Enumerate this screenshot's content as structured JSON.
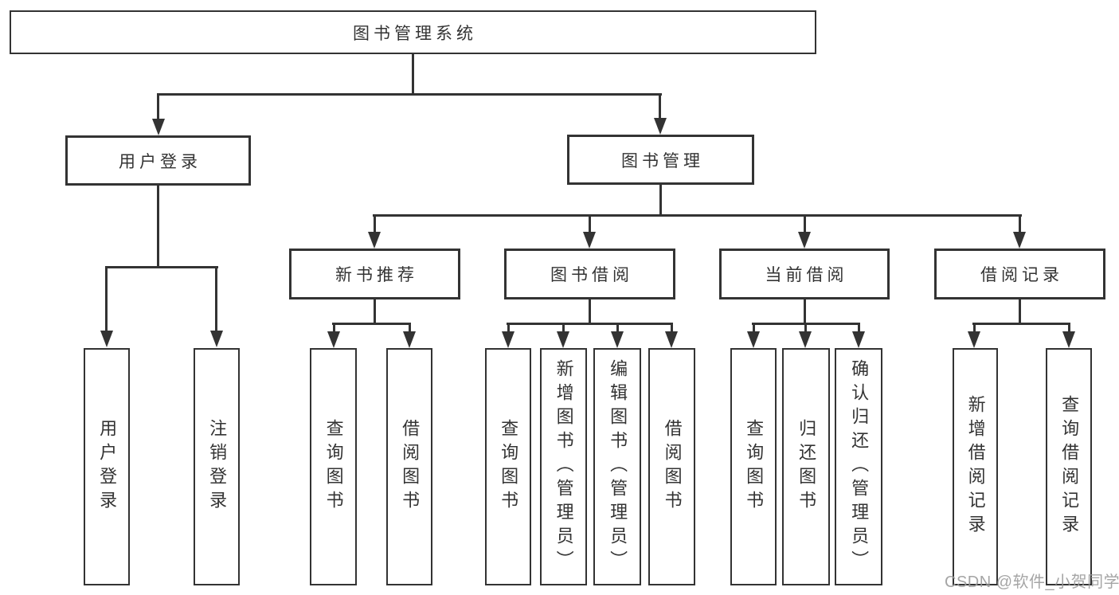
{
  "diagram_title": "图书管理系统",
  "tree": {
    "label": "图书管理系统",
    "children": [
      {
        "label": "用户登录",
        "children": [
          {
            "label": "用户登录"
          },
          {
            "label": "注销登录"
          }
        ]
      },
      {
        "label": "图书管理",
        "children": [
          {
            "label": "新书推荐",
            "children": [
              {
                "label": "查询图书"
              },
              {
                "label": "借阅图书"
              }
            ]
          },
          {
            "label": "图书借阅",
            "children": [
              {
                "label": "查询图书"
              },
              {
                "label": "新增图书（管理员）"
              },
              {
                "label": "编辑图书（管理员）"
              },
              {
                "label": "借阅图书"
              }
            ]
          },
          {
            "label": "当前借阅",
            "children": [
              {
                "label": "查询图书"
              },
              {
                "label": "归还图书"
              },
              {
                "label": "确认归还（管理员）"
              }
            ]
          },
          {
            "label": "借阅记录",
            "children": [
              {
                "label": "新增借阅记录"
              },
              {
                "label": "查询借阅记录"
              }
            ]
          }
        ]
      }
    ]
  },
  "watermark": "CSDN @软件_小贺同学",
  "colors": {
    "line": "#333333",
    "text": "#333333",
    "watermark": "#9c9c9c",
    "background": "#ffffff"
  }
}
